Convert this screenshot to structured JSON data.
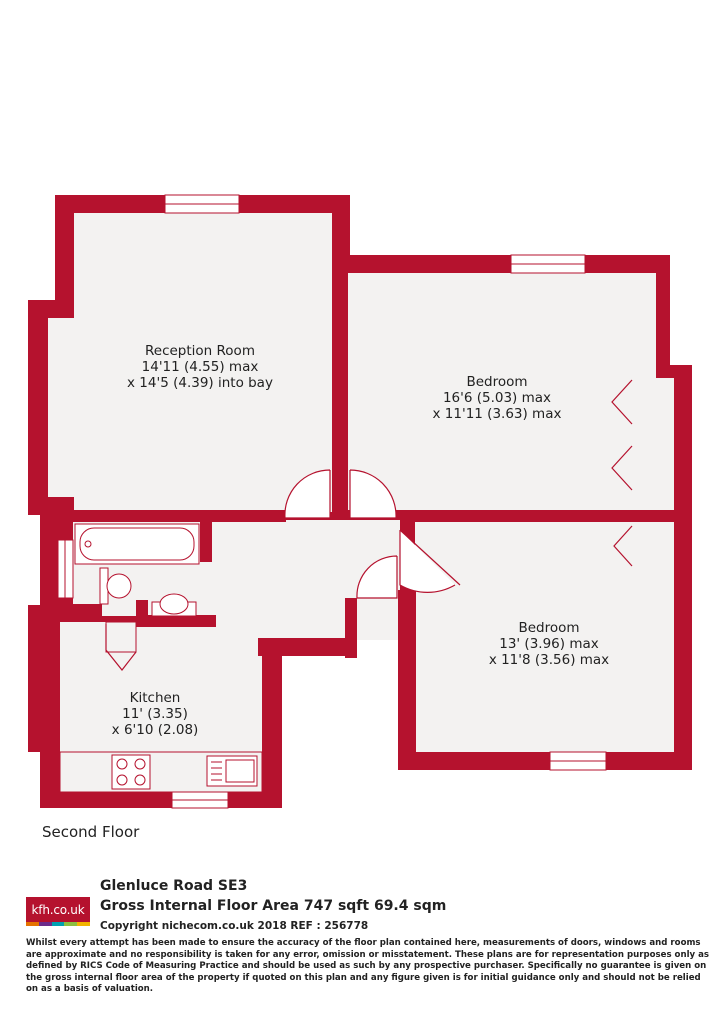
{
  "colors": {
    "wall": "#b5122e",
    "floor": "#f3f2f1",
    "fixture_line": "#b5122e"
  },
  "rooms": [
    {
      "name": "Reception Room",
      "dim1": "14'11 (4.55) max",
      "dim2": "x 14'5 (4.39) into bay"
    },
    {
      "name": "Bedroom",
      "dim1": "16'6 (5.03) max",
      "dim2": "x 11'11 (3.63) max"
    },
    {
      "name": "Bedroom",
      "dim1": "13' (3.96) max",
      "dim2": "x 11'8 (3.56) max"
    },
    {
      "name": "Kitchen",
      "dim1": "11' (3.35)",
      "dim2": "x 6'10 (2.08)"
    }
  ],
  "floor_name": "Second Floor",
  "footer": {
    "logo_text": "kfh.co.uk",
    "logo_stripe_colors": [
      "#e57200",
      "#6c2b8a",
      "#00a0b0",
      "#8cbf3f",
      "#f2b400"
    ],
    "address": "Glenluce Road  SE3",
    "area": "Gross Internal Floor Area 747 sqft 69.4 sqm",
    "copyright": "Copyright nichecom.co.uk 2018 REF : 256778",
    "disclaimer": "Whilst every attempt has been made to ensure the accuracy of the floor plan contained here, measurements of doors, windows and rooms are approximate and no responsibility is taken for any error, omission or misstatement.  These plans are for representation purposes only as defined by RICS Code of Measuring Practice and should be used as such by any prospective purchaser.  Specifically no guarantee is given on the gross internal floor area of the property if quoted on this plan and any figure given is for initial guidance only and should not be relied on as a basis of valuation."
  }
}
